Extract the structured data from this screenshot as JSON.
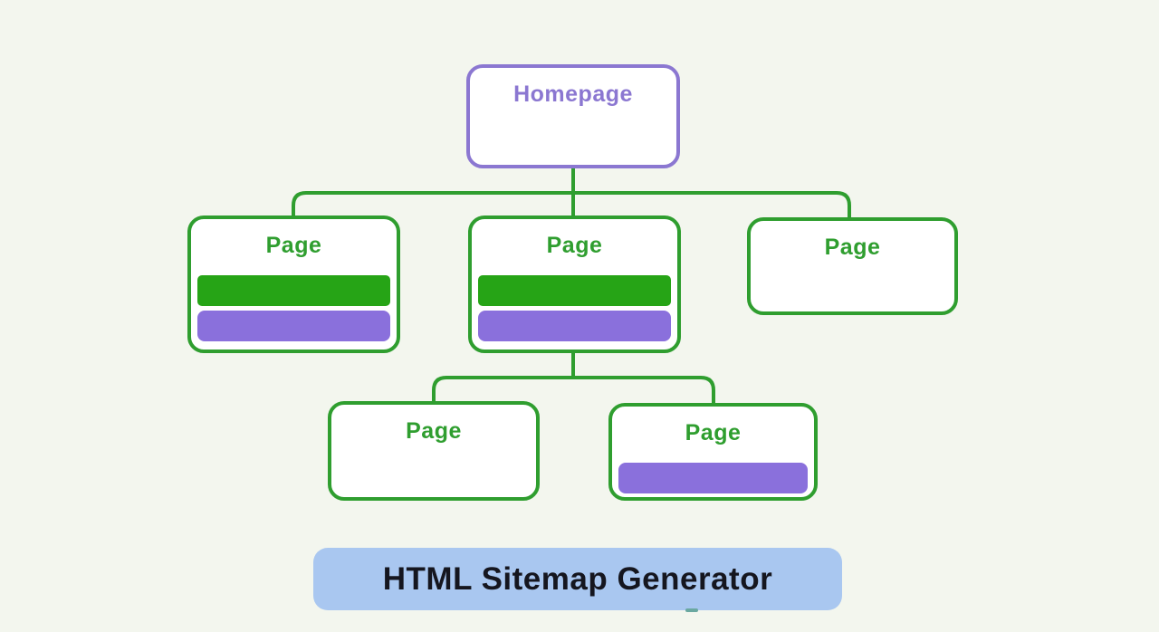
{
  "nodes": {
    "homepage": {
      "label": "Homepage",
      "bars": []
    },
    "page1": {
      "label": "Page",
      "bars": [
        "green",
        "purple"
      ]
    },
    "page2": {
      "label": "Page",
      "bars": [
        "green",
        "purple"
      ]
    },
    "page3": {
      "label": "Page",
      "bars": []
    },
    "page4": {
      "label": "Page",
      "bars": []
    },
    "page5": {
      "label": "Page",
      "bars": [
        "purple"
      ]
    }
  },
  "footer": {
    "title": "HTML Sitemap Generator"
  },
  "colors": {
    "background": "#f3f6ee",
    "green": "#2f9e2f",
    "green_bar": "#26a416",
    "purple": "#8b77d1",
    "purple_bar": "#8a70dc",
    "badge_bg": "#a9c7f0",
    "badge_text": "#15161f",
    "teal_mark": "#6aa8a0",
    "node_bg": "#ffffff"
  }
}
